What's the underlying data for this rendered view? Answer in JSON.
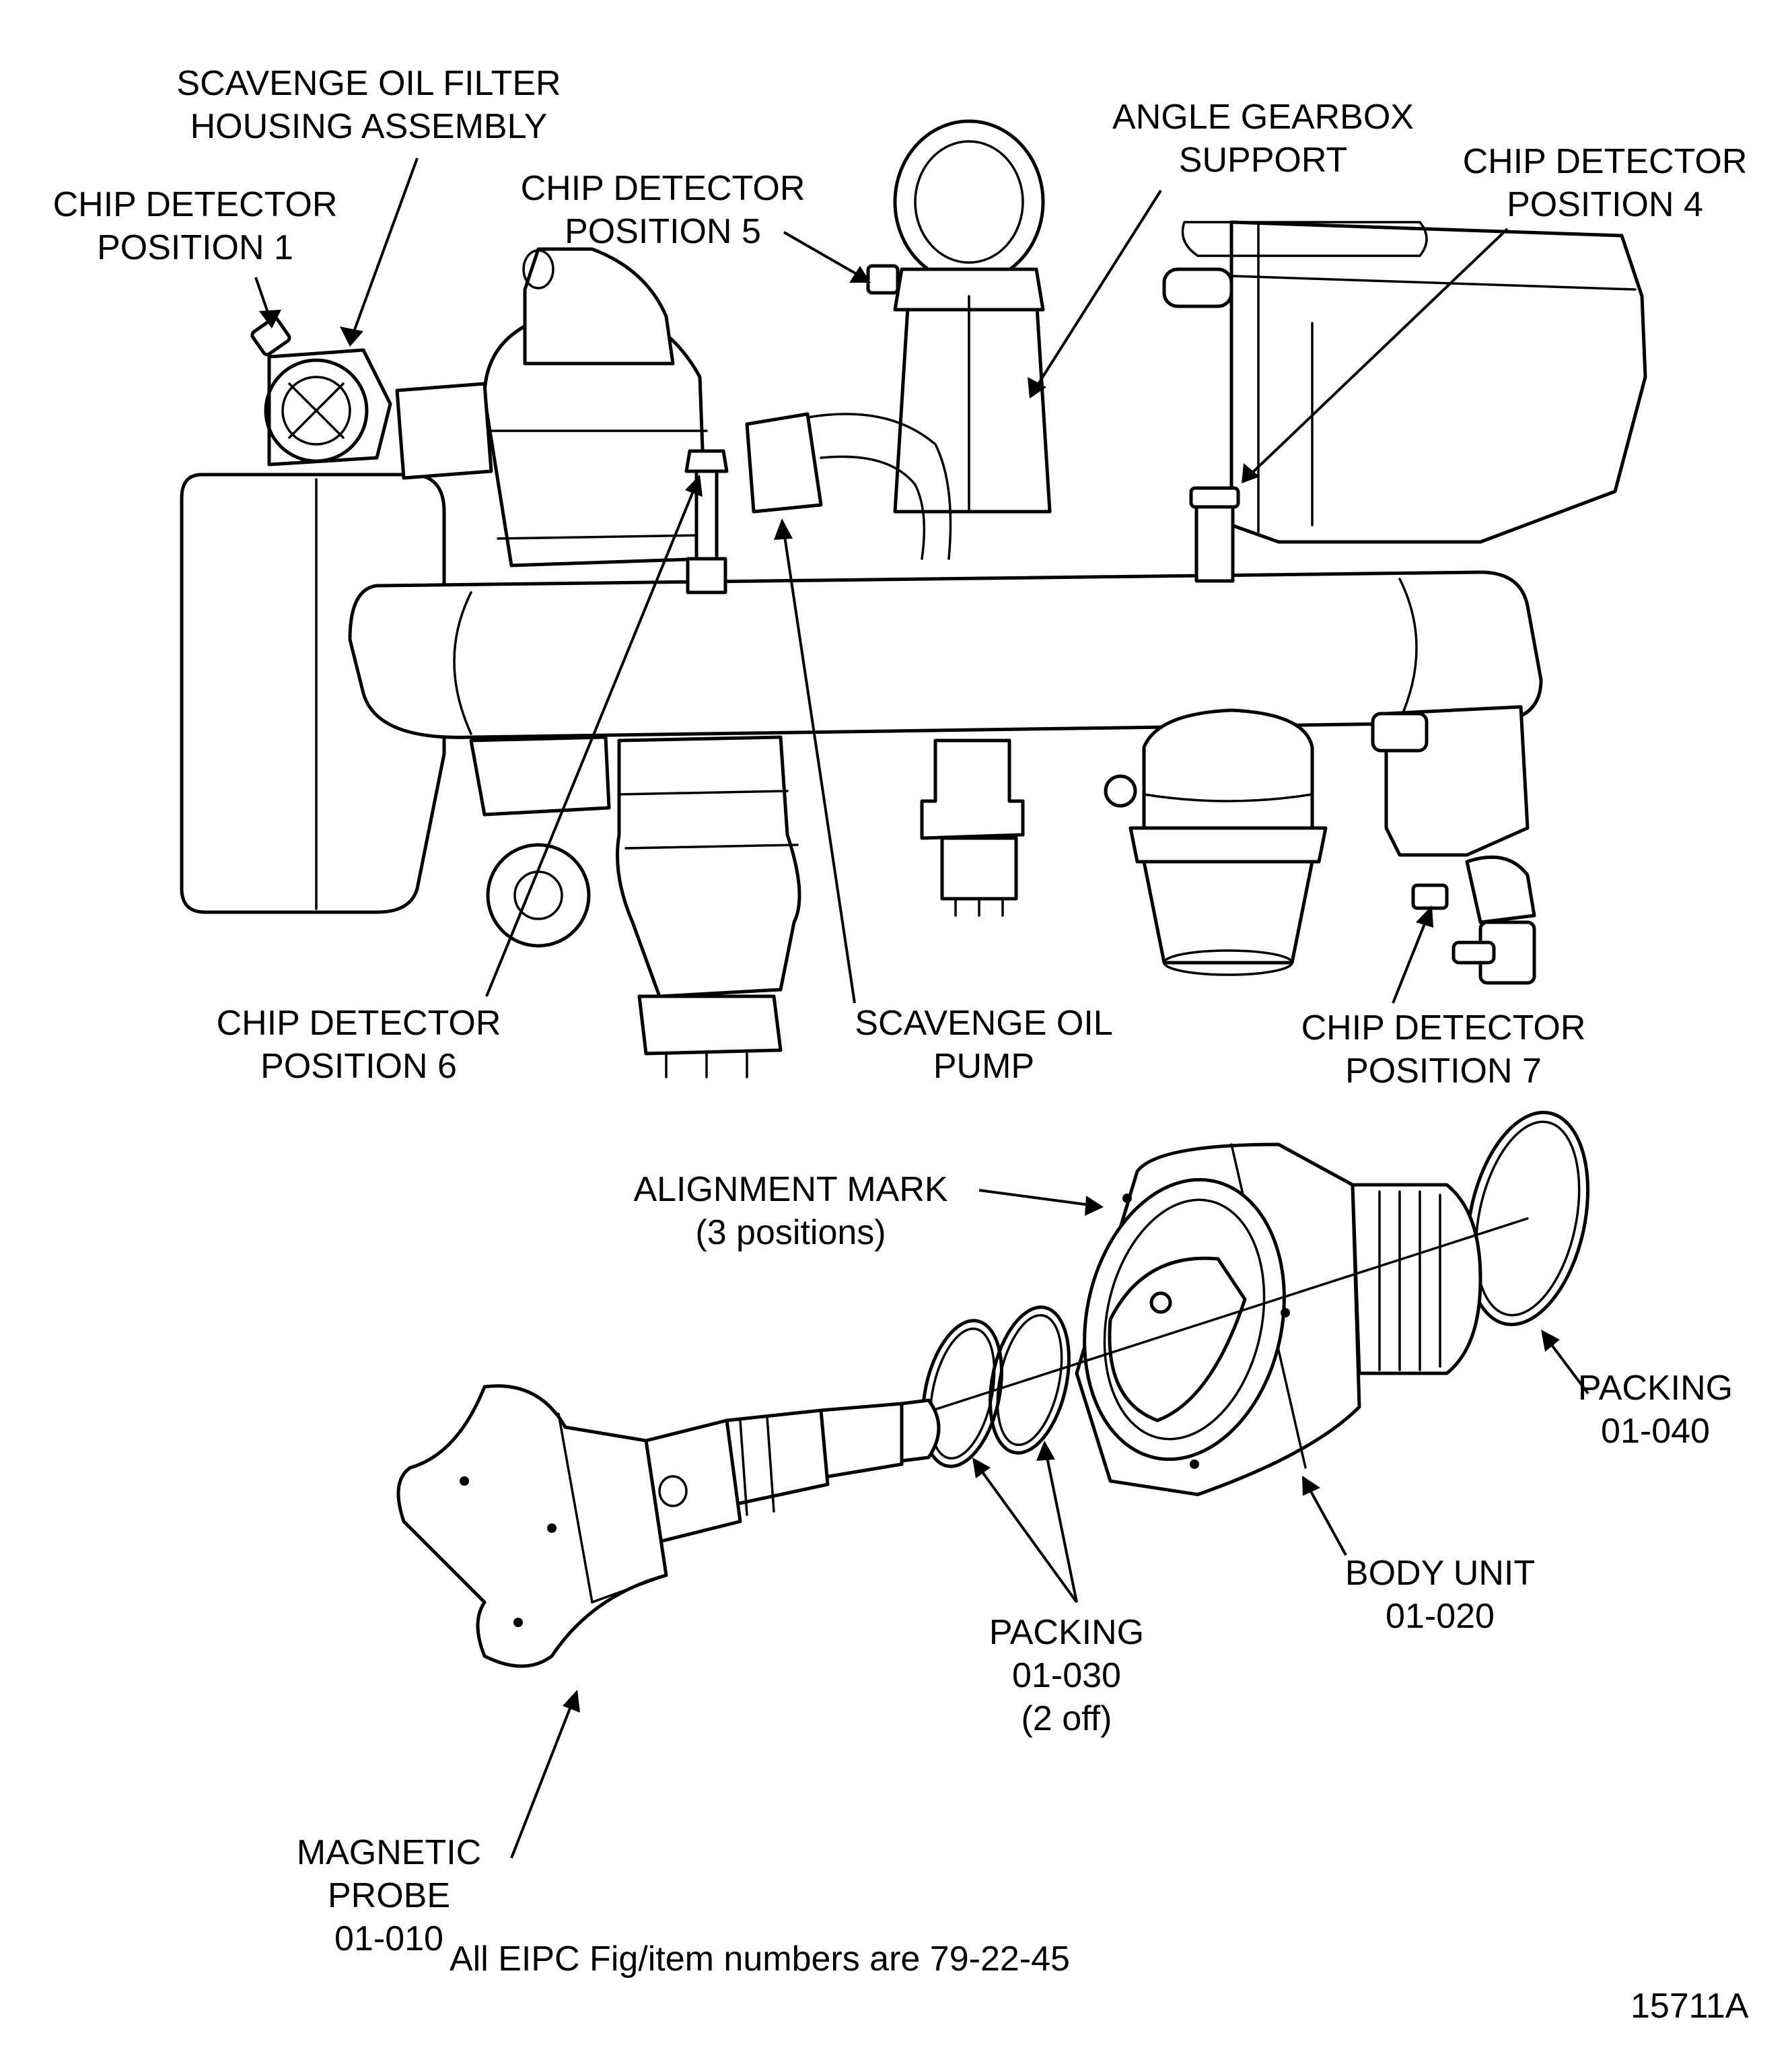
{
  "labels": {
    "scavenge_filter": [
      "SCAVENGE OIL FILTER",
      "HOUSING ASSEMBLY"
    ],
    "chip_pos1": [
      "CHIP DETECTOR",
      "POSITION 1"
    ],
    "chip_pos5": [
      "CHIP DETECTOR",
      "POSITION 5"
    ],
    "angle_gearbox": [
      "ANGLE GEARBOX",
      "SUPPORT"
    ],
    "chip_pos4": [
      "CHIP DETECTOR",
      "POSITION 4"
    ],
    "chip_pos6": [
      "CHIP DETECTOR",
      "POSITION 6"
    ],
    "scavenge_pump": [
      "SCAVENGE OIL",
      "PUMP"
    ],
    "chip_pos7": [
      "CHIP DETECTOR",
      "POSITION 7"
    ],
    "alignment_mark": [
      "ALIGNMENT MARK",
      "(3 positions)"
    ],
    "packing_040": [
      "PACKING",
      "01-040"
    ],
    "body_unit": [
      "BODY UNIT",
      "01-020"
    ],
    "packing_030": [
      "PACKING",
      "01-030",
      "(2 off)"
    ],
    "magnetic_probe": [
      "MAGNETIC",
      "PROBE",
      "01-010"
    ]
  },
  "footer_note": "All EIPC Fig/item numbers are 79-22-45",
  "figure_number": "15711A"
}
